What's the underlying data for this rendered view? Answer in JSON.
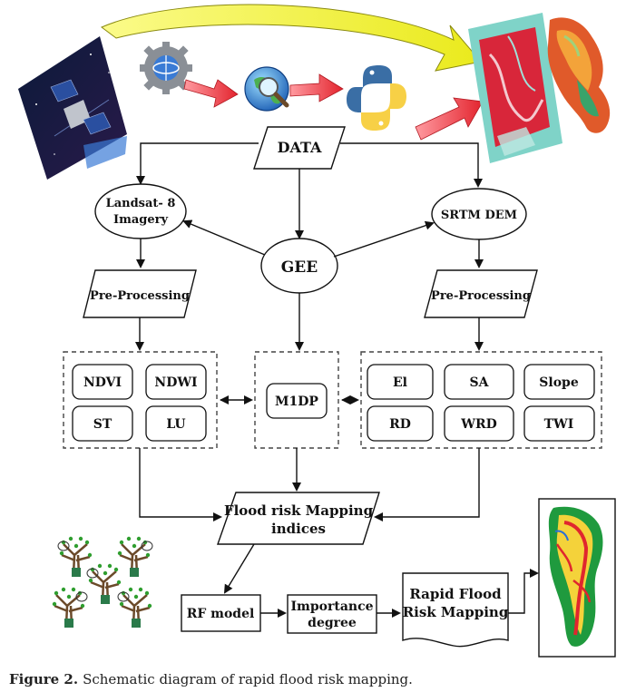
{
  "nodes": {
    "data": "DATA",
    "landsat_line1": "Landsat- 8",
    "landsat_line2": "Imagery",
    "srtm": "SRTM DEM",
    "gee": "GEE",
    "preproc_left": "Pre-Processing",
    "preproc_right": "Pre-Processing",
    "ndvi": "NDVI",
    "ndwi": "NDWI",
    "st": "ST",
    "lu": "LU",
    "m1dp": "M1DP",
    "el": "El",
    "sa": "SA",
    "slope": "Slope",
    "rd": "RD",
    "wrd": "WRD",
    "twi": "TWI",
    "flood_line1": "Flood risk Mapping",
    "flood_line2": "indices",
    "rf_model": "RF model",
    "importance_line1": "Importance",
    "importance_line2": "degree",
    "rapid_line1": "Rapid Flood",
    "rapid_line2": "Risk Mapping"
  },
  "caption": {
    "label": "Figure 2.",
    "text": "Schematic diagram of rapid flood risk mapping."
  },
  "colors": {
    "yellow_arrow": "#f2f23a",
    "red_arrow": "#e8323c",
    "python_blue": "#3a6ea5",
    "python_yellow": "#f7d046",
    "globe_blue": "#2a7fd4",
    "tree_green": "#2f9e2f"
  }
}
